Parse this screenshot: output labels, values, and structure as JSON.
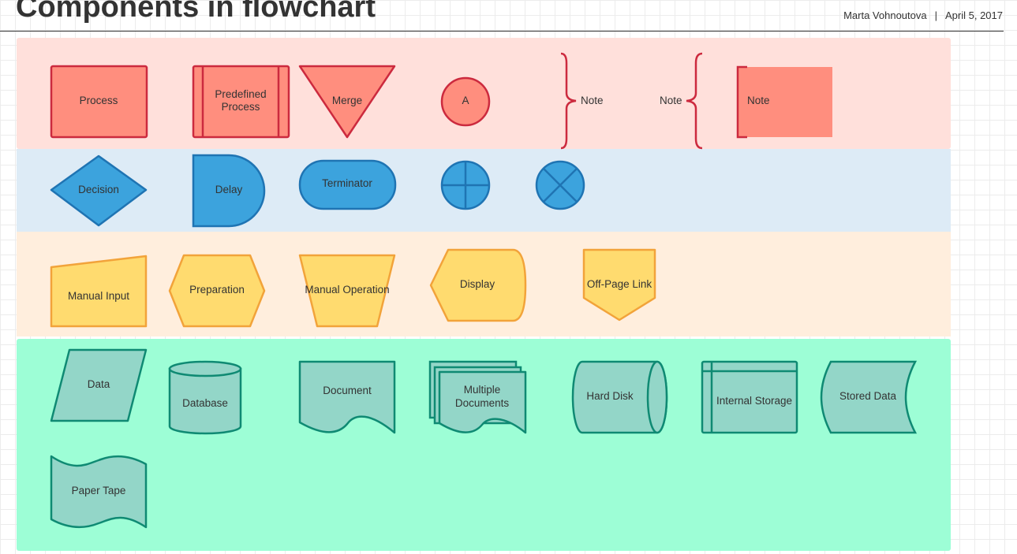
{
  "header": {
    "title": "Components in flowchart",
    "author": "Marta Vohnoutova",
    "separator": "|",
    "date": "April 5, 2017"
  },
  "colors": {
    "red_fill": "#ff8e7e",
    "red_stroke": "#cc2a3e",
    "red_band": "#ffe0db",
    "blue_fill": "#3ca3dd",
    "blue_stroke": "#1f74b3",
    "blue_band": "#ddebf6",
    "yellow_fill": "#ffdb6f",
    "yellow_stroke": "#f2a33a",
    "yellow_band": "#ffeedd",
    "teal_fill": "#93d6c8",
    "teal_stroke": "#0f8a73",
    "teal_band": "#9dfed6"
  },
  "labels": {
    "process": "Process",
    "predefined_process": [
      "Predefined",
      "Process"
    ],
    "merge": "Merge",
    "connector": "A",
    "note_left": "Note",
    "note_right": "Note",
    "note_box": "Note",
    "decision": "Decision",
    "delay": "Delay",
    "terminator": "Terminator",
    "manual_input": "Manual Input",
    "preparation": "Preparation",
    "manual_operation": "Manual Operation",
    "display": "Display",
    "off_page_link": "Off-Page Link",
    "data": "Data",
    "database": "Database",
    "document": "Document",
    "multiple_documents": [
      "Multiple",
      "Documents"
    ],
    "hard_disk": "Hard Disk",
    "internal_storage": "Internal Storage",
    "stored_data": "Stored Data",
    "paper_tape": "Paper Tape"
  }
}
